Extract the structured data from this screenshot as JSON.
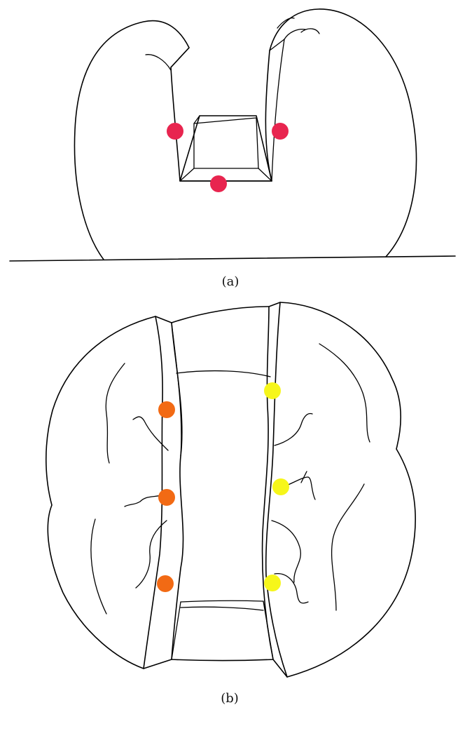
{
  "panels": {
    "a": {
      "caption": "(a)",
      "markers": [
        {
          "id": "left-wall",
          "color": "#e8254f"
        },
        {
          "id": "right-wall",
          "color": "#e8254f"
        },
        {
          "id": "floor",
          "color": "#e8254f"
        }
      ]
    },
    "b": {
      "caption": "(b)",
      "markers_left": [
        {
          "id": "left-1",
          "color": "#f26a14"
        },
        {
          "id": "left-2",
          "color": "#f26a14"
        },
        {
          "id": "left-3",
          "color": "#f26a14"
        }
      ],
      "markers_right": [
        {
          "id": "right-1",
          "color": "#f6f61a"
        },
        {
          "id": "right-2",
          "color": "#f6f61a"
        },
        {
          "id": "right-3",
          "color": "#f6f61a"
        }
      ]
    }
  },
  "style": {
    "line_color": "#000000",
    "background": "#ffffff"
  }
}
